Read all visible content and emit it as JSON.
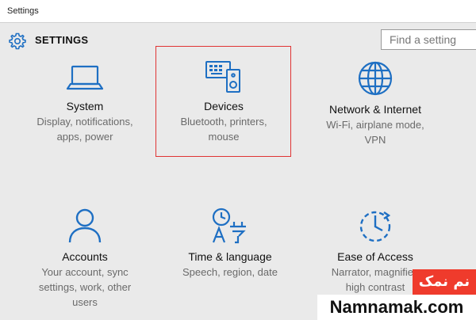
{
  "window": {
    "title": "Settings"
  },
  "header": {
    "title": "SETTINGS",
    "icon": "gear-icon"
  },
  "search": {
    "placeholder": "Find a setting"
  },
  "tiles": [
    {
      "name": "System",
      "desc1": "Display, notifications,",
      "desc2": "apps, power",
      "desc3": "",
      "icon": "laptop-icon"
    },
    {
      "name": "Devices",
      "desc1": "Bluetooth, printers,",
      "desc2": "mouse",
      "desc3": "",
      "icon": "devices-icon"
    },
    {
      "name": "Network & Internet",
      "desc1": "Wi-Fi, airplane mode,",
      "desc2": "VPN",
      "desc3": "",
      "icon": "globe-icon"
    },
    {
      "name": "Accounts",
      "desc1": "Your account, sync",
      "desc2": "settings, work, other",
      "desc3": "users",
      "icon": "person-icon"
    },
    {
      "name": "Time & language",
      "desc1": "Speech, region, date",
      "desc2": "",
      "desc3": "",
      "icon": "time-language-icon"
    },
    {
      "name": "Ease of Access",
      "desc1": "Narrator, magnifier,",
      "desc2": "high contrast",
      "desc3": "",
      "icon": "ease-of-access-icon"
    }
  ],
  "watermark": {
    "persian": "نم نمک",
    "site": "Namnamak.com"
  },
  "colors": {
    "accent": "#1e6fc3",
    "highlight": "#e03434",
    "watermark_red": "#ef3b2c"
  }
}
